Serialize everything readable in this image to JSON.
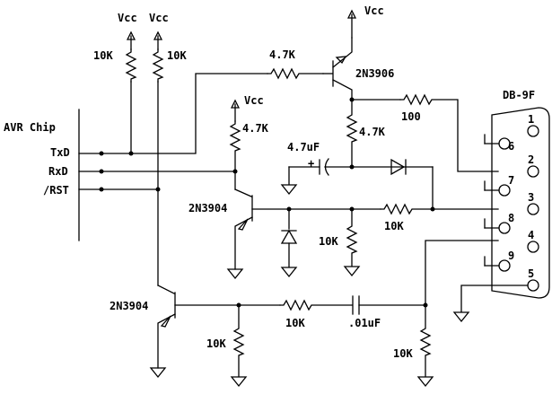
{
  "labels": {
    "vcc1": "Vcc",
    "vcc2": "Vcc",
    "vcc3": "Vcc",
    "vcc4": "Vcc",
    "avr_chip": "AVR Chip",
    "txd": "TxD",
    "rxd": "RxD",
    "rst": "/RST",
    "r_pullup1": "10K",
    "r_pullup2": "10K",
    "r_base_pnp": "4.7K",
    "pnp": "2N3906",
    "r_100": "100",
    "connector": "DB-9F",
    "r_rxd_pullup": "4.7K",
    "r_pnp_coll": "4.7K",
    "cap_4u7": "4.7uF",
    "npn_rxd": "2N3904",
    "r_rxd_base": "10K",
    "r_rxd_gnd": "10K",
    "npn_rst": "2N3904",
    "r_rst_base": "10K",
    "cap_01u": ".01uF",
    "r_rst_gnd": "10K",
    "r_pin4_gnd": "10K"
  },
  "db9_pins": [
    "1",
    "6",
    "2",
    "7",
    "3",
    "8",
    "4",
    "9",
    "5"
  ]
}
